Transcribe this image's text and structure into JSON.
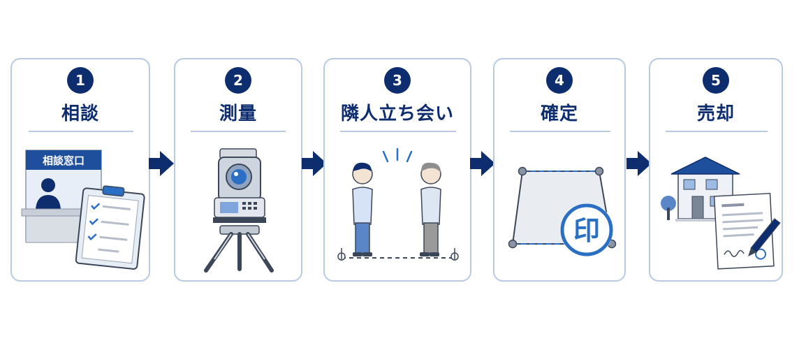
{
  "colors": {
    "navy": "#0e2d6e",
    "border": "#b7c9e3",
    "accent": "#2a6fc4"
  },
  "steps": [
    {
      "number": "1",
      "title": "相談",
      "sign": "相談窓口"
    },
    {
      "number": "2",
      "title": "測量"
    },
    {
      "number": "3",
      "title": "隣人立ち会い"
    },
    {
      "number": "4",
      "title": "確定",
      "seal": "印"
    },
    {
      "number": "5",
      "title": "売却"
    }
  ]
}
